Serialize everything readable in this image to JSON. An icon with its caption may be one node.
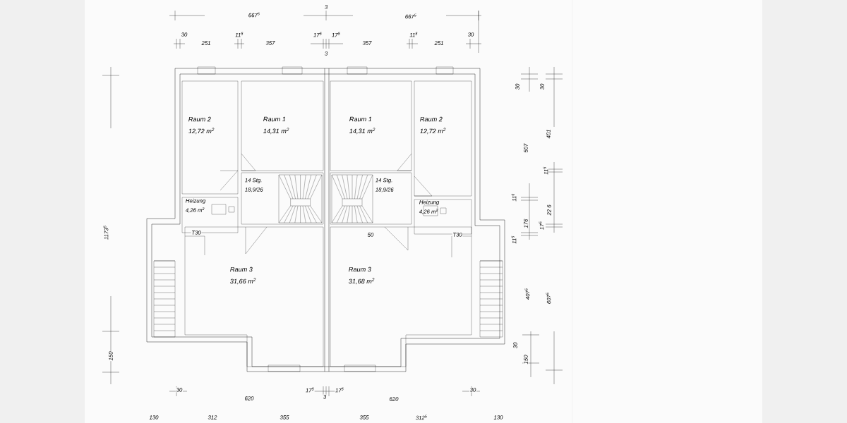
{
  "diagram": {
    "nodes": [
      {
        "text": [
          "Raum 2",
          "12,72 m$^{2}$"
        ]
      },
      {
        "text": [
          "Raum 1",
          "14,31 m$^{2}$"
        ]
      },
      {
        "text": [
          "Raum 1",
          "14,31 m$^{2}$"
        ]
      },
      {
        "text": [
          "Raum 2",
          "12,72 m$^{2}$"
        ]
      },
      {
        "text": [
          "Heizung",
          "4,26 m$^{2}$"
        ]
      },
      {
        "text": [
          "Heizung",
          "4,26 m$^{2}$"
        ]
      },
      {
        "text": [
          "14 Stg.",
          "18,9/26"
        ]
      },
      {
        "text": [
          "14 Stg.",
          "18,9/26"
        ]
      },
      {
        "text": [
          "Raum 3",
          "31,66 m$^{2}$"
        ]
      },
      {
        "text": [
          "Raum 3",
          "31,68 m$^{2}$"
        ]
      }
    ],
    "labels": [
      "667$^{5}$",
      "3",
      "667$^{5}$",
      "30",
      "251",
      "11$^{5}$",
      "357",
      "17$^{5}$",
      "17$^{5}$",
      "3",
      "357",
      "11$^{5}$",
      "251",
      "30",
      "1173$^{5}$",
      "150",
      "30",
      "30",
      "401",
      "507",
      "11$^{5}$",
      "11$^{6}$",
      "22 6",
      "176",
      "17$^{5}$",
      "11$^{5}$",
      "407$^{5}$",
      "607$^{5}$",
      "30",
      "150",
      "T30",
      "50",
      "T30",
      "30",
      "620",
      "17$^{5}$",
      "3",
      "17$^{5}$",
      "620",
      "30",
      "130",
      "312",
      "355",
      "355",
      "312$^{5}$",
      "130"
    ]
  }
}
